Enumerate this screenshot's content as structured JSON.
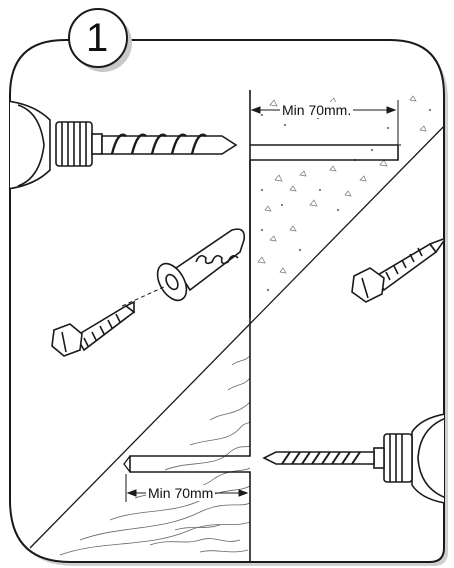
{
  "step": {
    "number": "1"
  },
  "dimensions": {
    "concrete_depth": "Min 70mm.",
    "wood_depth": "Min 70mm"
  },
  "colors": {
    "line": "#1a1a1a",
    "shadow": "#c8c8c8",
    "fill": "#ffffff"
  }
}
